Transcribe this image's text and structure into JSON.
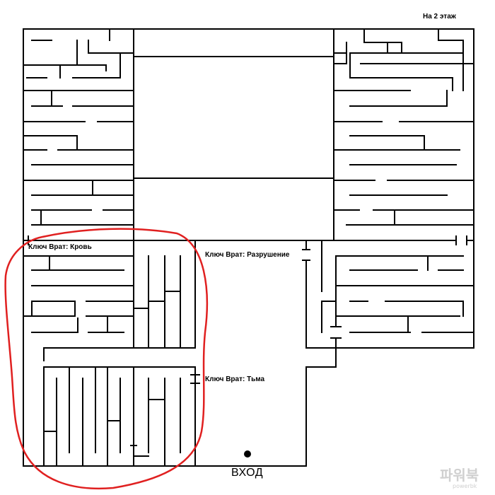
{
  "labels": {
    "floor2": "На 2 этаж",
    "key_blood": "Ключ Врат: Кровь",
    "key_destruction": "Ключ Врат: Разрушение",
    "key_darkness": "Ключ Врат: Тьма",
    "entrance": "ВХОД"
  },
  "watermark": {
    "text": "파워북",
    "sub": "powerbk"
  },
  "colors": {
    "wall": "#000000",
    "highlight": "#e02020",
    "background": "#ffffff"
  }
}
